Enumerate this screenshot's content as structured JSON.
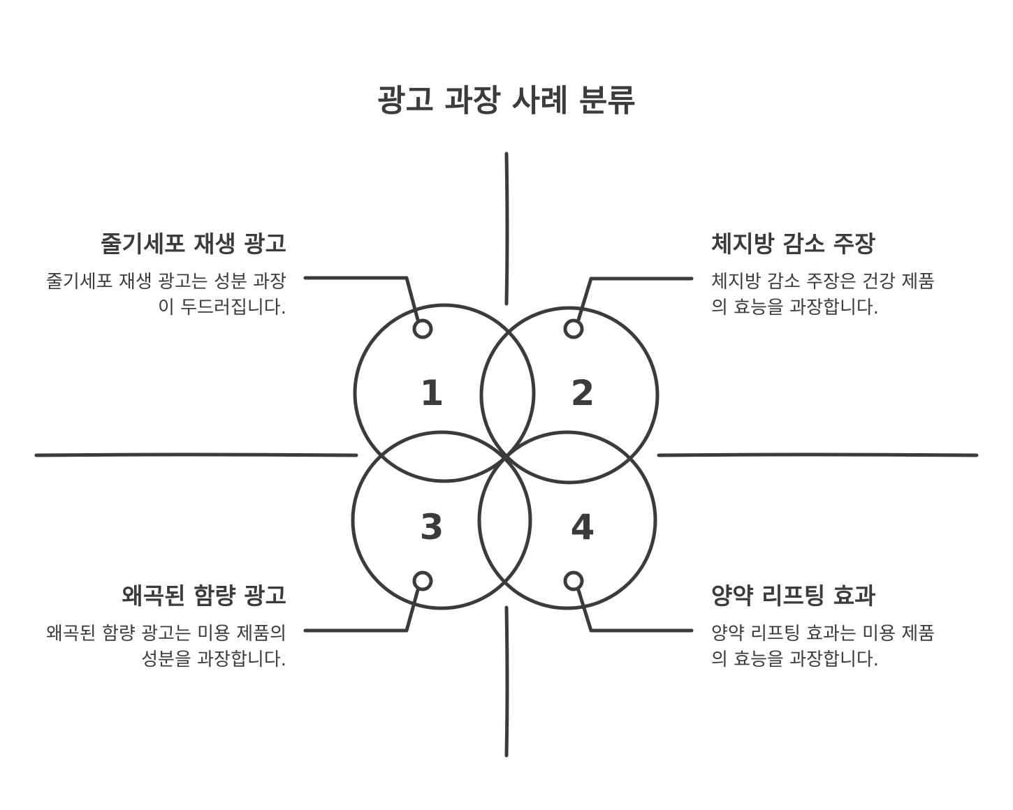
{
  "title": "광고 과장 사례 분류",
  "items": [
    {
      "number": "1",
      "heading": "줄기세포 재생 광고",
      "description": "줄기세포 재생 광고는 성분 과장이 두드러집니다."
    },
    {
      "number": "2",
      "heading": "체지방 감소 주장",
      "description": "체지방 감소 주장은 건강 제품의 효능을 과장합니다."
    },
    {
      "number": "3",
      "heading": "왜곡된 함량 광고",
      "description": "왜곡된 함량 광고는 미용 제품의 성분을 과장합니다."
    },
    {
      "number": "4",
      "heading": "양약 리프팅 효과",
      "description": "양약 리프팅 효과는 미용 제품의 효능을 과장합니다."
    }
  ],
  "colors": {
    "stroke": "#3b3b3b",
    "background": "#ffffff"
  }
}
